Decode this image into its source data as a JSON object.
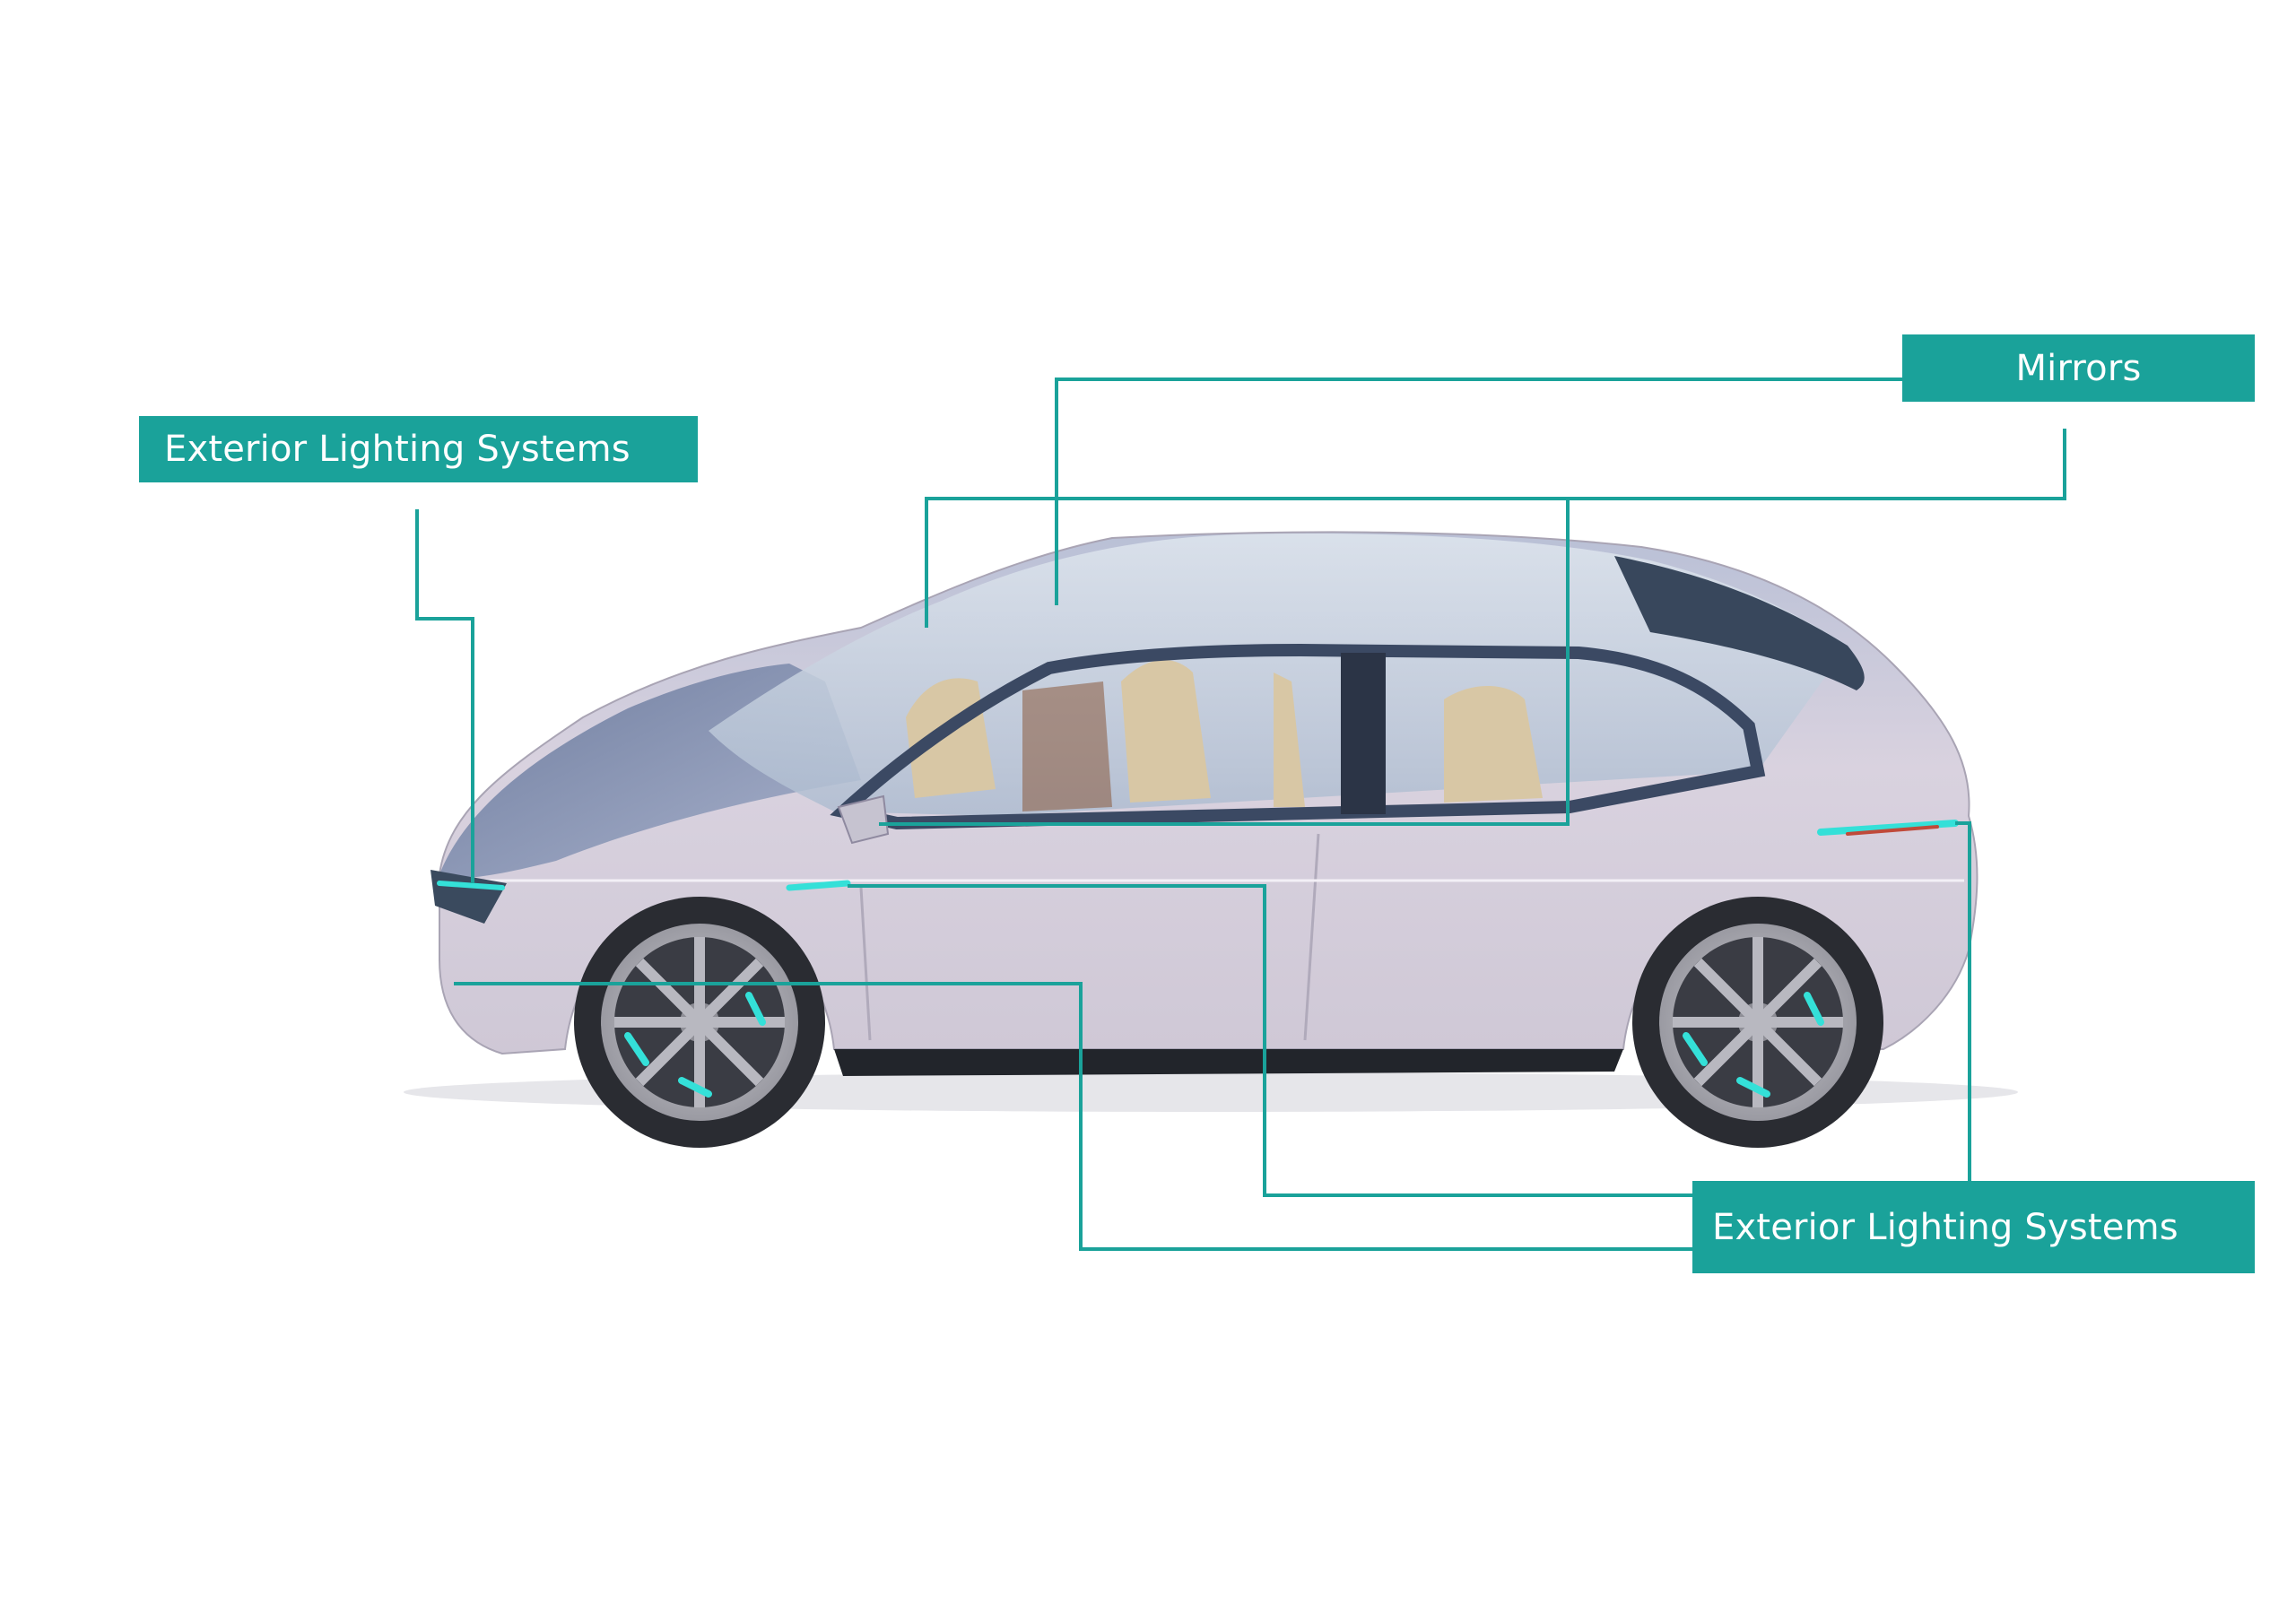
{
  "colors": {
    "accent": "#1aa29a",
    "body_paint": "#d4cedb",
    "glass": "#b9c6d6",
    "roof": "#38475c",
    "interior": "#d8c7a5",
    "tire": "#2a2c32",
    "led_glow": "#34e0d8"
  },
  "labels": {
    "front_lighting": "Exterior Lighting Systems",
    "mirrors": "Mirrors",
    "bottom_lighting": "Exterior Lighting Systems"
  },
  "image": {
    "subject": "car-side-view-icon"
  }
}
